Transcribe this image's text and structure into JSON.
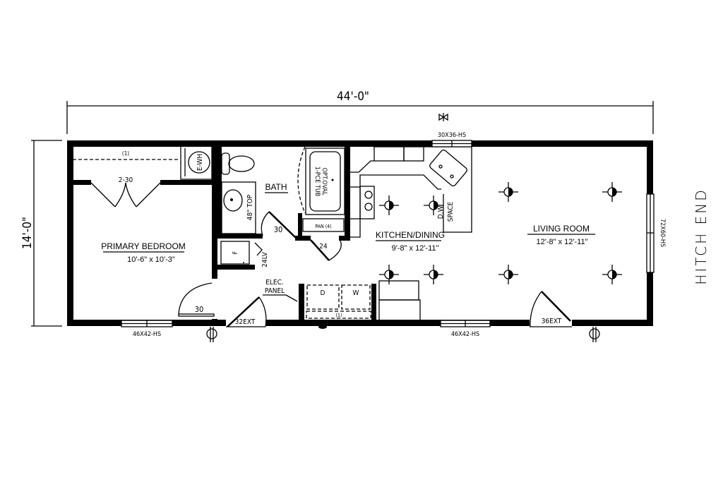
{
  "dimensions": {
    "length": "44'-0\"",
    "width": "14'-0\""
  },
  "end_label": "HITCH END",
  "rooms": {
    "primary_bedroom": {
      "name": "PRIMARY BEDROOM",
      "size": "10'-6\" x 10'-3\""
    },
    "bath": {
      "name": "BATH"
    },
    "kitchen_dining": {
      "name": "KITCHEN/DINING",
      "size": "9'-8\" x 12'-11\""
    },
    "living_room": {
      "name": "LIVING ROOM",
      "size": "12'-8\" x 12'-11\""
    }
  },
  "fixtures": {
    "closet_shelf": "(1)",
    "water_heater": "E-WH",
    "bifold_doors": "2-30",
    "vanity_top": "48\" TOP",
    "tub_line1": "1-PCE TUB",
    "tub_line2": "OPT.OVAL",
    "pan": "PAN (4)",
    "furnace": "F",
    "furnace_door": "24LV",
    "elec_panel_line1": "ELEC.",
    "elec_panel_line2": "PANEL",
    "dryer": "D",
    "washer": "W",
    "laundry_shelf": "(1)",
    "dw_line1": "D.W.",
    "dw_line2": "SPACE"
  },
  "doors": {
    "bedroom": "30",
    "bath": "30",
    "linen": "24",
    "front_exterior": "32EXT",
    "living_exterior": "36EXT"
  },
  "windows": {
    "kitchen_top": "30X36-HS",
    "bedroom_bottom": "46X42-HS",
    "living_bottom": "46X42-HS",
    "hitch_end": "72X60-HS"
  }
}
